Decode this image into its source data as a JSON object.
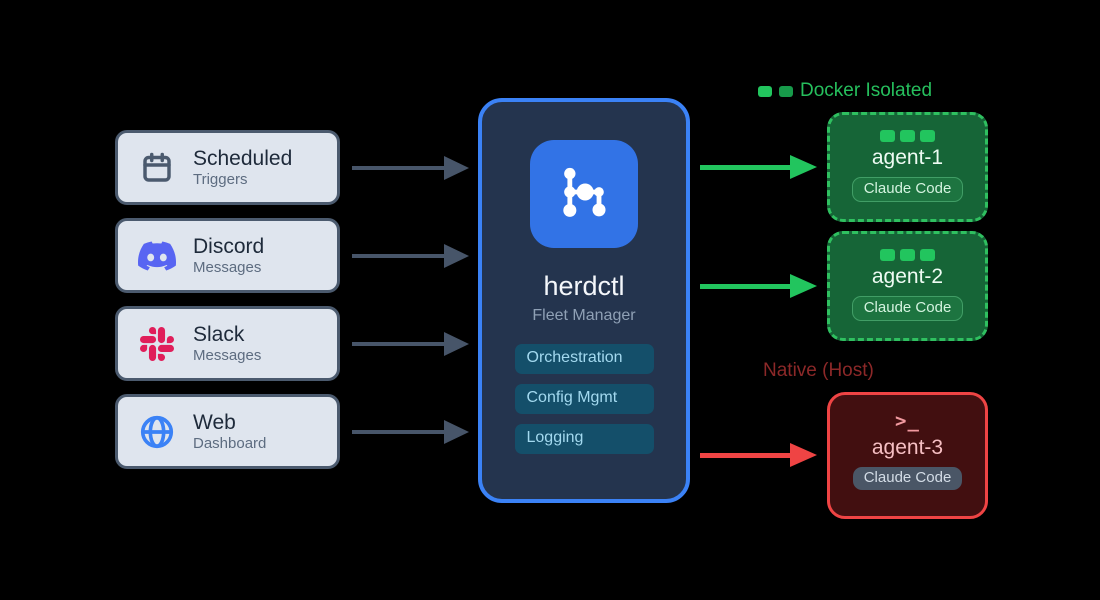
{
  "page": {
    "background": "#000000"
  },
  "sources": [
    {
      "title": "Scheduled",
      "subtitle": "Triggers",
      "icon": "calendar-icon",
      "icon_color": "#4b5a6e"
    },
    {
      "title": "Discord",
      "subtitle": "Messages",
      "icon": "discord-icon",
      "icon_color": "#5865f2"
    },
    {
      "title": "Slack",
      "subtitle": "Messages",
      "icon": "slack-icon",
      "icon_color": "#e01e5a"
    },
    {
      "title": "Web",
      "subtitle": "Dashboard",
      "icon": "globe-icon",
      "icon_color": "#3b82f6"
    }
  ],
  "manager": {
    "title": "herdctl",
    "subtitle": "Fleet Manager",
    "features": [
      "Orchestration",
      "Config Mgmt",
      "Logging"
    ],
    "logo_icon": "node-graph-icon",
    "accent": "#3b82f6",
    "logo_tile_color": "#3273e6",
    "chip_color": "#144f6a"
  },
  "docker_group": {
    "label": "Docker Isolated",
    "color": "#22c55e",
    "agents": [
      {
        "name": "agent-1",
        "badge": "Claude Code"
      },
      {
        "name": "agent-2",
        "badge": "Claude Code"
      }
    ]
  },
  "native_group": {
    "label": "Native (Host)",
    "color": "#ef4444",
    "agents": [
      {
        "name": "agent-3",
        "badge": "Claude Code",
        "terminal_glyph": ">_"
      }
    ]
  },
  "arrows": {
    "source_color": "#475569",
    "docker_color": "#22c55e",
    "native_color": "#ef4444"
  }
}
